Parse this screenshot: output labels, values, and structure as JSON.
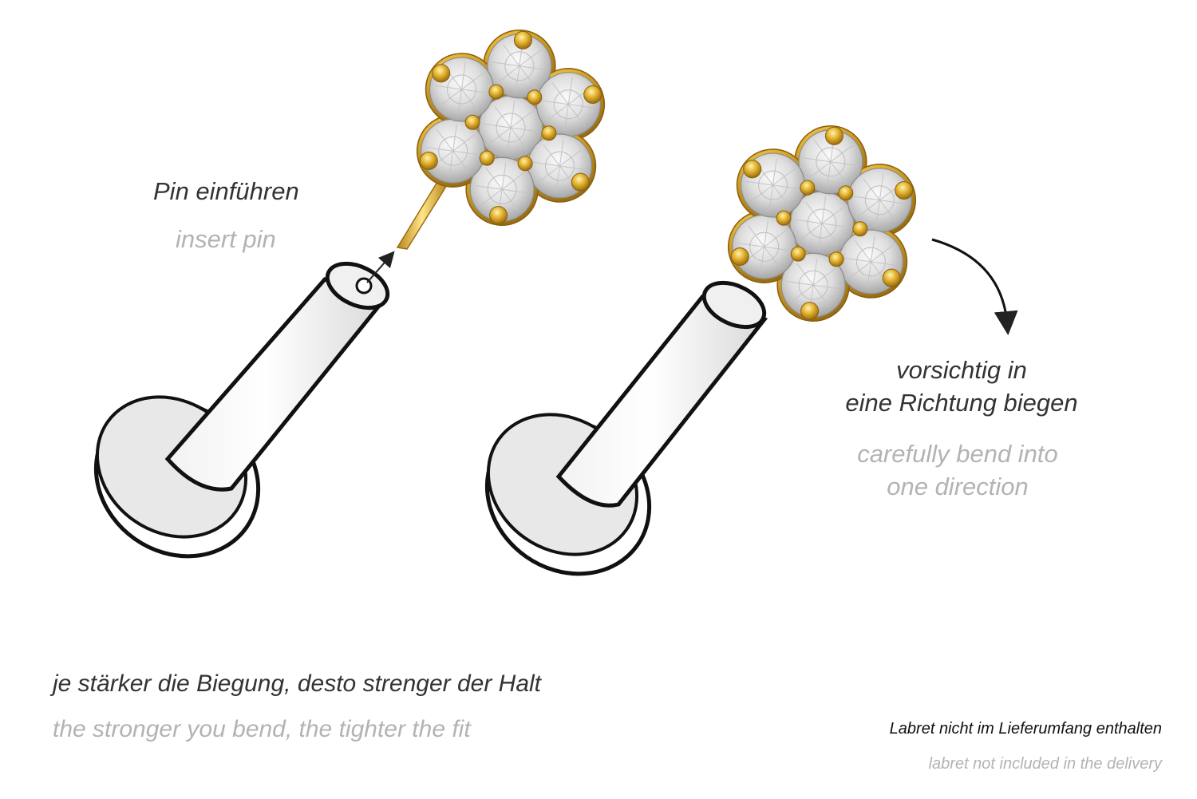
{
  "step_insert": {
    "de": "Pin einführen",
    "en": "insert pin"
  },
  "step_bend": {
    "de_line1": "vorsichtig in",
    "de_line2": "eine Richtung biegen",
    "en_line1": "carefully bend into",
    "en_line2": "one direction"
  },
  "tip": {
    "de": "je stärker die Biegung, desto strenger der Halt",
    "en": "the stronger you bend, the tighter the fit"
  },
  "disclaimer": {
    "de": "Labret nicht im Lieferumfang enthalten",
    "en": "labret not included in the delivery"
  },
  "colors": {
    "gold": "#e3b22d",
    "gold_dark": "#b9861a",
    "gem": "#e6e6e6",
    "text_primary": "#333333",
    "text_secondary": "#b3b3b3"
  }
}
